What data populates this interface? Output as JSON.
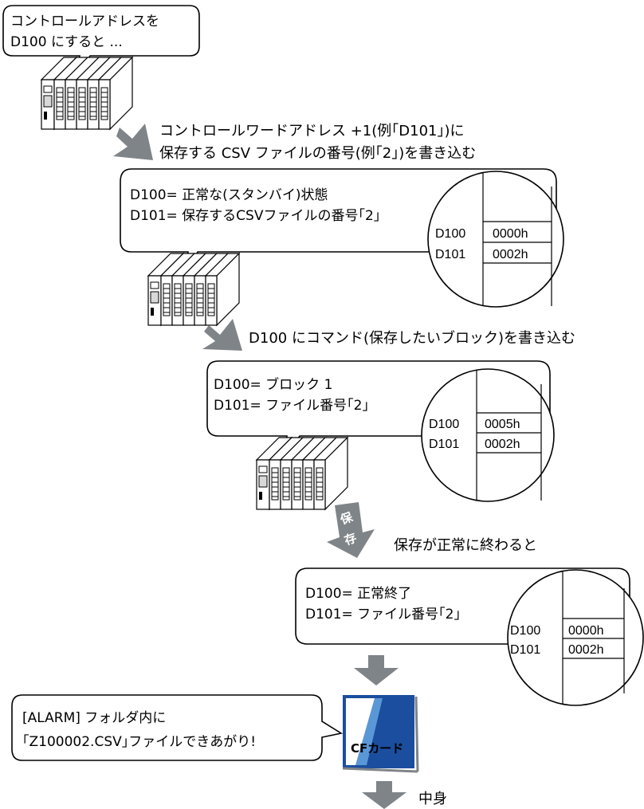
{
  "bubble_top": {
    "line1": "コントロールアドレスを",
    "line2": "D100 にすると ..."
  },
  "steps": [
    {
      "line1": "コントロールワードアドレス +1(例｢D101｣)に",
      "line2": "保存する CSV ファイルの番号(例｢2｣)を書き込む"
    },
    {
      "line1": "D100 にコマンド(保存したいブロック)を書き込む"
    },
    {
      "line1": "保存が正常に終わると",
      "arrow_text_1": "保",
      "arrow_text_2": "存"
    },
    {
      "line1": "中身"
    }
  ],
  "stages": [
    {
      "line1": "D100= 正常な(スタンバイ)状態",
      "line2": "D101= 保存するCSVファイルの番号｢2｣",
      "reg_names": [
        "D100",
        "D101"
      ],
      "reg_values": [
        "0000h",
        "0002h"
      ]
    },
    {
      "line1": "D100= ブロック 1",
      "line2": "D101= ファイル番号｢2｣",
      "reg_names": [
        "D100",
        "D101"
      ],
      "reg_values": [
        "0005h",
        "0002h"
      ]
    },
    {
      "line1": "D100= 正常終了",
      "line2": "D101= ファイル番号｢2｣",
      "reg_names": [
        "D100",
        "D101"
      ],
      "reg_values": [
        "0000h",
        "0002h"
      ]
    }
  ],
  "result_bubble": {
    "line1": "[ALARM] フォルダ内に",
    "line2": "｢Z100002.CSV｣ファイルできあがり!"
  },
  "cf_card": {
    "label": "CFカード"
  },
  "colors": {
    "arrow": "#7f8488",
    "cf_dark": "#1b4e9e",
    "cf_light": "#5a97d6",
    "line": "#000000"
  }
}
